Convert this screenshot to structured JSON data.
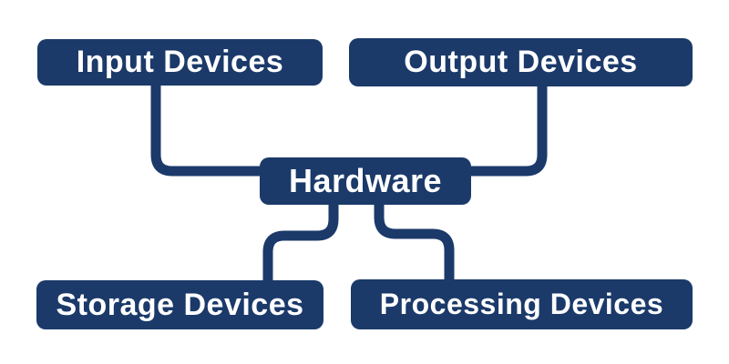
{
  "colors": {
    "node_fill": "#1b3a6a",
    "node_text": "#ffffff",
    "connector": "#1b3a6a",
    "background": "#ffffff"
  },
  "diagram": {
    "type": "concept-map",
    "root_label": "Hardware",
    "nodes": {
      "hardware": {
        "label": "Hardware"
      },
      "input_devices": {
        "label": "Input Devices"
      },
      "output_devices": {
        "label": "Output Devices"
      },
      "storage_devices": {
        "label": "Storage Devices"
      },
      "processing_devices": {
        "label": "Processing Devices"
      }
    },
    "edges": [
      {
        "from": "input_devices",
        "to": "hardware"
      },
      {
        "from": "output_devices",
        "to": "hardware"
      },
      {
        "from": "hardware",
        "to": "storage_devices"
      },
      {
        "from": "hardware",
        "to": "processing_devices"
      }
    ]
  }
}
